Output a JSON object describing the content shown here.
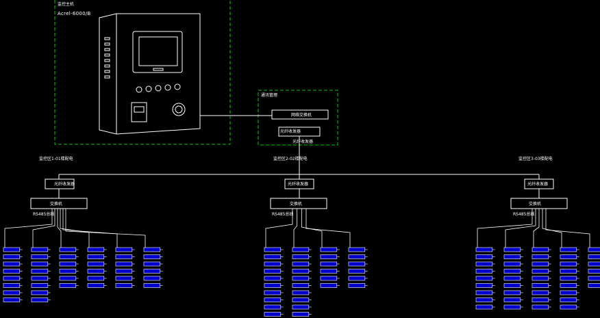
{
  "monitor_host": {
    "label": "监控主机",
    "model": "Acrel-6000/B"
  },
  "comm_manager": {
    "label": "通讯管理",
    "inner_label": "网络交换机",
    "converter_label": "光纤收发器",
    "bottom_label": "光纤收发器"
  },
  "branches": [
    {
      "label": "监控区1-01楼配电",
      "transceiver_label": "光纤收发器",
      "switch_label": "交换机",
      "bus_label": "RS485总线"
    },
    {
      "label": "监控区2-02楼配电",
      "transceiver_label": "光纤收发器",
      "switch_label": "交换机",
      "bus_label": "RS485总线"
    },
    {
      "label": "监控区3-03楼配电",
      "transceiver_label": "光纤收发器",
      "switch_label": "交换机",
      "bus_label": "RS485总线"
    }
  ],
  "colors": {
    "background": "#000000",
    "line": "#ffffff",
    "device_box": "#0000cc",
    "boundary": "#00cc00"
  }
}
